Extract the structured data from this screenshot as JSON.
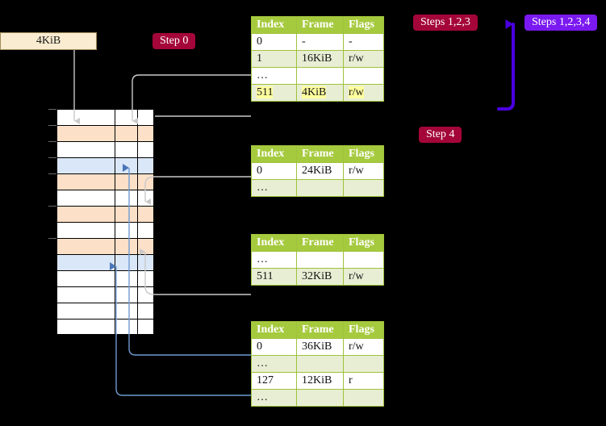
{
  "boxes": {
    "memory_label": "4KiB"
  },
  "badges": {
    "step0": "Step 0",
    "step4": "Step 4",
    "steps123": "Steps 1,2,3",
    "steps1234": "Steps 1,2,3,4"
  },
  "colors": {
    "badge_red": "#a4063a",
    "badge_blue": "#7a19f0",
    "table_header_green": "#a6ca3e",
    "table_alt_row": "#e8eed4",
    "highlight_yellow": "#ffff9e",
    "memory_orange": "#fde0c8",
    "memory_blue": "#dae7f8",
    "memory_box_cream": "#faecd0",
    "arrow_blue": "#4a76b8",
    "arrow_gray": "#c8c8c8"
  },
  "table_headers": [
    "Index",
    "Frame",
    "Flags"
  ],
  "tables": [
    {
      "name": "pml4-table",
      "rows": [
        {
          "index": "0",
          "frame": "-",
          "flags": "-",
          "style": "plain",
          "highlight": false
        },
        {
          "index": "1",
          "frame": "16KiB",
          "flags": "r/w",
          "style": "alt",
          "highlight": false
        },
        {
          "index": "…",
          "frame": "",
          "flags": "",
          "style": "plain",
          "highlight": false
        },
        {
          "index": "511",
          "frame": "4KiB",
          "flags": "r/w",
          "style": "alt",
          "highlight": true
        }
      ]
    },
    {
      "name": "pdp-table",
      "rows": [
        {
          "index": "0",
          "frame": "24KiB",
          "flags": "r/w",
          "style": "plain",
          "highlight": false
        },
        {
          "index": "…",
          "frame": "",
          "flags": "",
          "style": "alt",
          "highlight": false
        }
      ]
    },
    {
      "name": "pd-table",
      "rows": [
        {
          "index": "…",
          "frame": "",
          "flags": "",
          "style": "plain",
          "highlight": false
        },
        {
          "index": "511",
          "frame": "32KiB",
          "flags": "r/w",
          "style": "alt",
          "highlight": false
        }
      ]
    },
    {
      "name": "pt-table",
      "rows": [
        {
          "index": "0",
          "frame": "36KiB",
          "flags": "r/w",
          "style": "plain",
          "highlight": false
        },
        {
          "index": "…",
          "frame": "",
          "flags": "",
          "style": "alt",
          "highlight": false
        },
        {
          "index": "127",
          "frame": "12KiB",
          "flags": "r",
          "style": "plain",
          "highlight": false
        },
        {
          "index": "…",
          "frame": "",
          "flags": "",
          "style": "alt",
          "highlight": false
        }
      ]
    }
  ],
  "memory_grid": {
    "rows": [
      {
        "fill": "white"
      },
      {
        "fill": "orange"
      },
      {
        "fill": "white"
      },
      {
        "fill": "blue"
      },
      {
        "fill": "orange"
      },
      {
        "fill": "white"
      },
      {
        "fill": "orange"
      },
      {
        "fill": "white"
      },
      {
        "fill": "orange"
      },
      {
        "fill": "blue"
      },
      {
        "fill": "white"
      },
      {
        "fill": "white"
      },
      {
        "fill": "white"
      },
      {
        "fill": "white"
      }
    ]
  }
}
